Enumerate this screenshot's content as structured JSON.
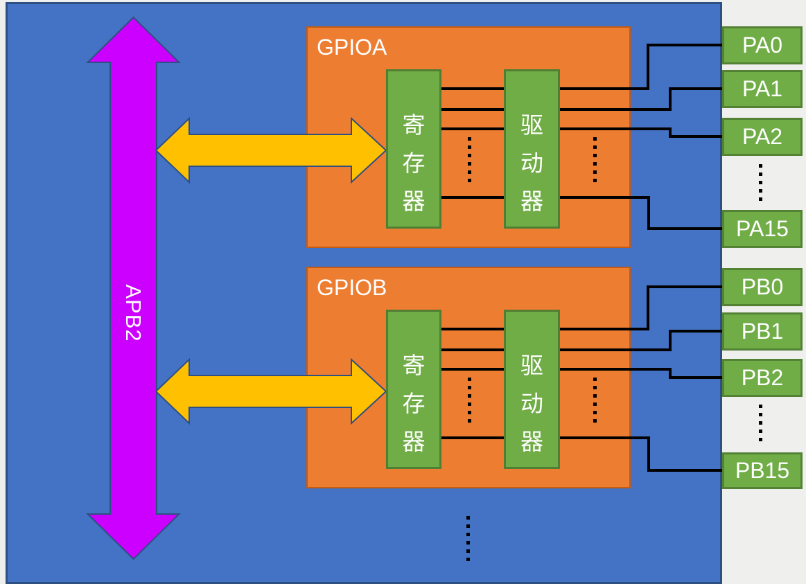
{
  "bus": {
    "label": "APB2"
  },
  "gpio_blocks": [
    {
      "label": "GPIOA",
      "register": "寄存器",
      "driver": "驱动器",
      "pins": [
        "PA0",
        "PA1",
        "PA2",
        "PA15"
      ]
    },
    {
      "label": "GPIOB",
      "register": "寄存器",
      "driver": "驱动器",
      "pins": [
        "PB0",
        "PB1",
        "PB2",
        "PB15"
      ]
    }
  ],
  "colors": {
    "board": "#4472c4",
    "gpio_block": "#ed7d31",
    "chip": "#70ad47",
    "bus_arrow": "#cc00ff",
    "branch_arrow": "#ffc000",
    "wire": "#000000"
  }
}
